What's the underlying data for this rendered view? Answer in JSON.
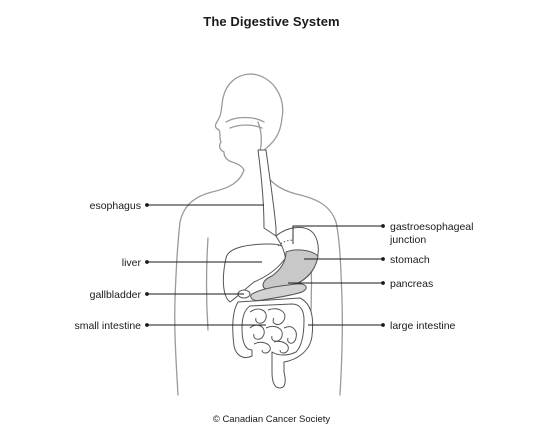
{
  "title": "The Digestive System",
  "credit": "© Canadian Cancer Society",
  "labels": {
    "esophagus": "esophagus",
    "liver": "liver",
    "gallbladder": "gallbladder",
    "small_intestine": "small intestine",
    "gastroesophageal_line1": "gastroesophageal",
    "gastroesophageal_line2": "junction",
    "stomach": "stomach",
    "pancreas": "pancreas",
    "large_intestine": "large intestine"
  },
  "colors": {
    "outline": "#9a9a9a",
    "organ_stroke": "#555555",
    "highlight_fill": "#c8c8c8",
    "text": "#1a1a1a"
  }
}
